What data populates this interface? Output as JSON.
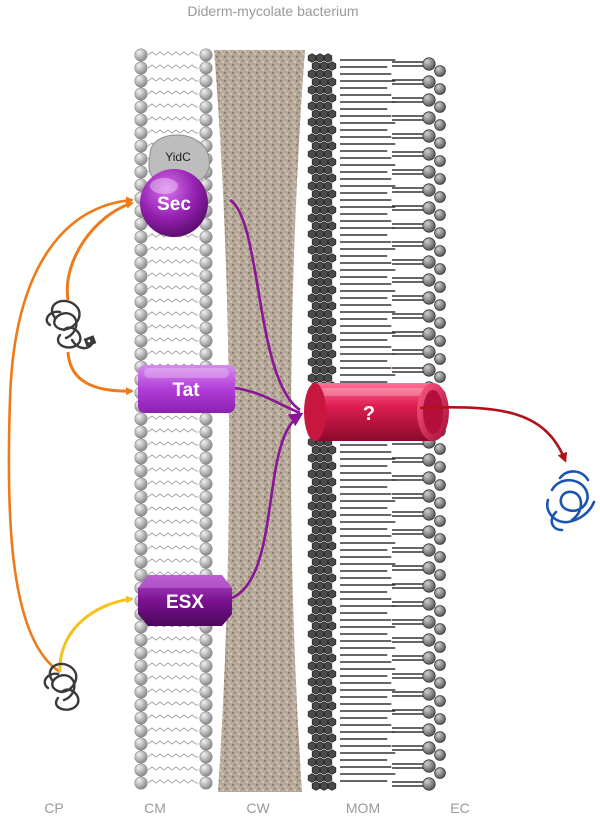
{
  "title": "Diderm-mycolate bacterium",
  "systems": {
    "yidc": "YidC",
    "sec": "Sec",
    "tat": "Tat",
    "esx": "ESX",
    "unknown": "?"
  },
  "compartments": [
    "CP",
    "CM",
    "CW",
    "MOM",
    "EC"
  ],
  "colors": {
    "sec": "#8e1ba8",
    "tat": "#b040d6",
    "esx": "#7a1290",
    "unknown": "#d81b4f",
    "arrow_orange": "#ee7a1a",
    "arrow_yellow": "#f4c21c",
    "arrow_purple": "#8a1596",
    "arrow_red": "#b0121a",
    "protein_folded": "#1b54b0",
    "protein_unfolded": "#444444",
    "cell_wall": "#b3a597"
  },
  "icons": {
    "unfolded_protein_tagged": "tangled-protein-with-signal-icon",
    "unfolded_protein": "tangled-protein-icon",
    "folded_protein": "folded-protein-icon"
  }
}
